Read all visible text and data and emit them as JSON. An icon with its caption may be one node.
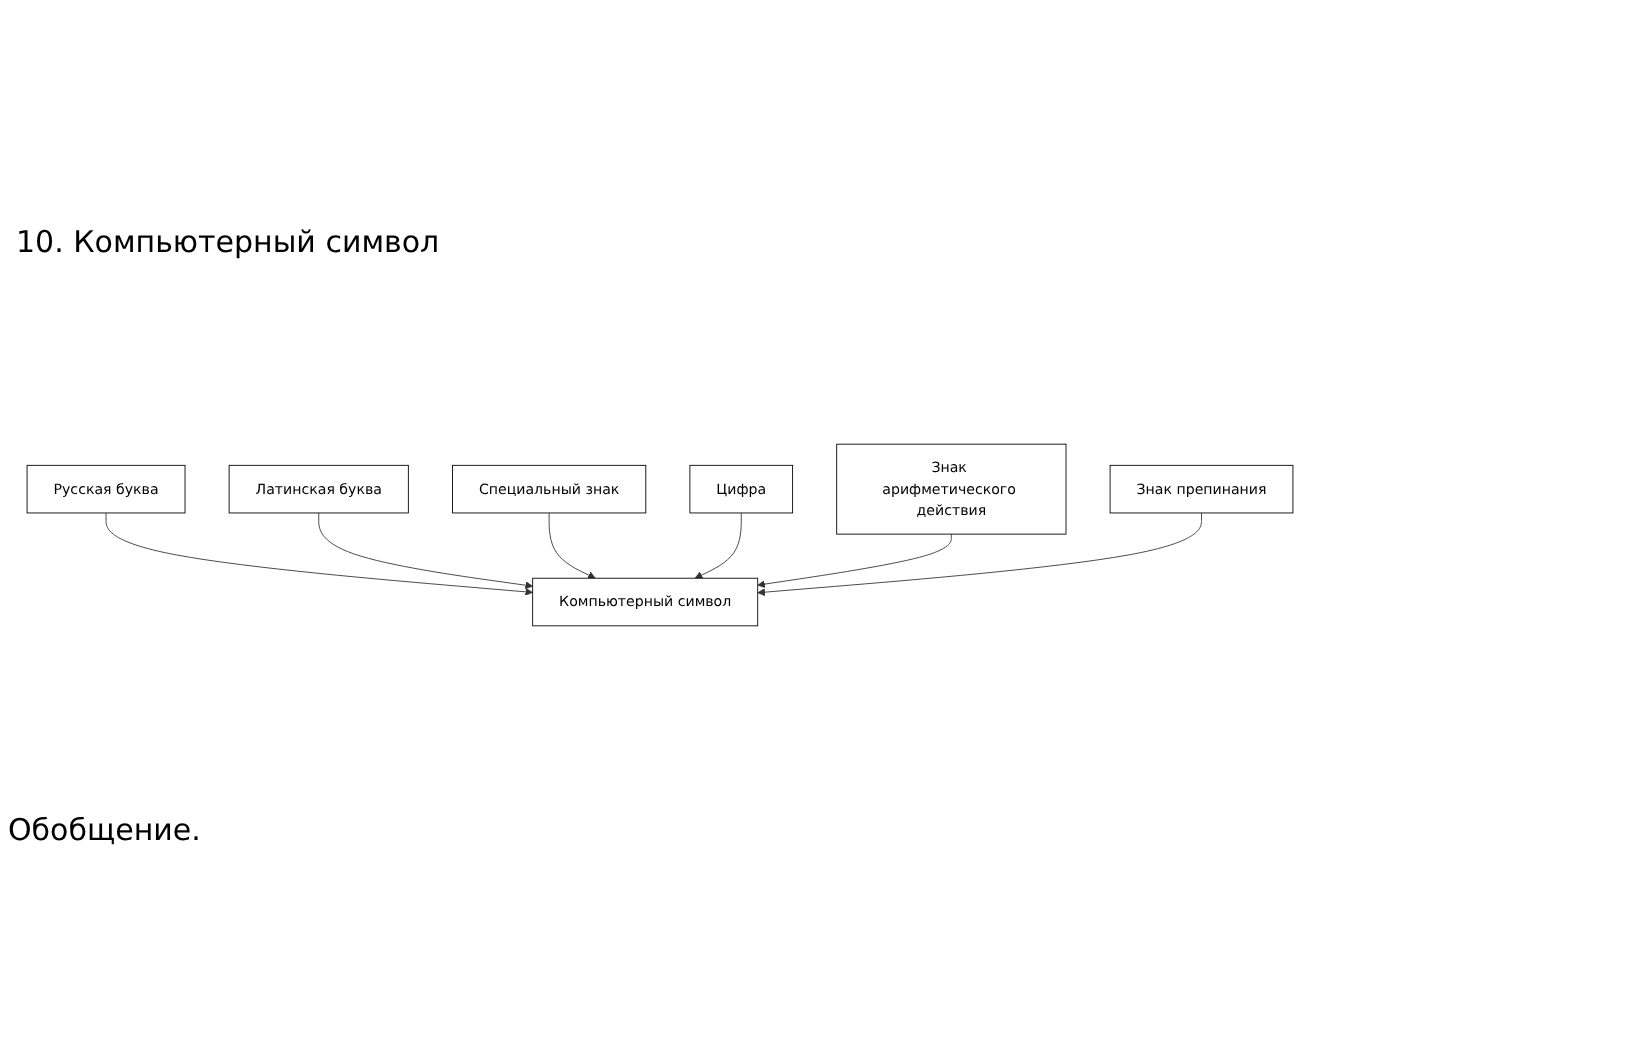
{
  "diagram": {
    "title": "10. Компьютерный символ",
    "nodes": [
      {
        "text": [
          "Русская буква"
        ]
      },
      {
        "text": [
          "Латинская буква"
        ]
      },
      {
        "text": [
          "Компьютерный символ"
        ]
      },
      {
        "text": [
          "Специальный знак"
        ]
      },
      {
        "text": [
          "Цифра"
        ]
      },
      {
        "text": [
          "Знак арифметического действия"
        ]
      },
      {
        "text": [
          "Знак препинания"
        ]
      }
    ],
    "edges": [
      {
        "from": 0,
        "to": 2,
        "arrow": "to"
      },
      {
        "from": 1,
        "to": 2,
        "arrow": "to"
      },
      {
        "from": 3,
        "to": 2,
        "arrow": "to"
      },
      {
        "from": 4,
        "to": 2,
        "arrow": "to"
      },
      {
        "from": 5,
        "to": 2,
        "arrow": "to"
      },
      {
        "from": 6,
        "to": 2,
        "arrow": "to"
      }
    ],
    "labels": [
      "Обобщение."
    ]
  }
}
